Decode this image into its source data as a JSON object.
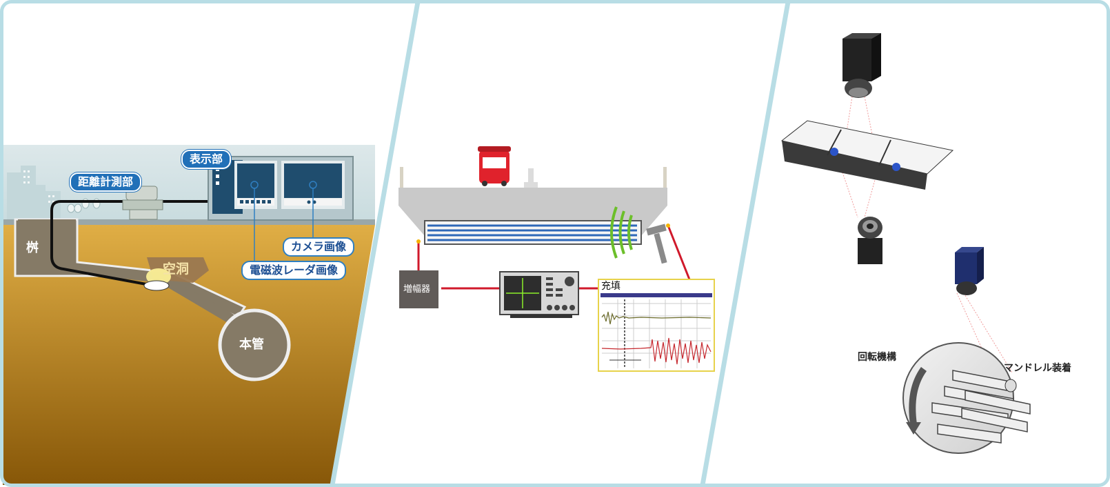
{
  "panel1": {
    "display_unit": "表示部",
    "distance_unit": "距離計測部",
    "catch_basin": "桝",
    "cavity": "空洞",
    "camera_image": "カメラ画像",
    "radar_image": "電磁波レーダ画像",
    "main_pipe": "本管"
  },
  "panel2": {
    "amplifier": "増幅器",
    "filled": "充填"
  },
  "panel3": {
    "rotation_mechanism": "回転機構",
    "mandrel_mount": "マンドレル装着"
  },
  "colors": {
    "frame": "#b8dde5",
    "soil_top": "#d9a640",
    "soil_bottom": "#8a5a10",
    "pipe": "#857a66",
    "label_blue": "#2170b8",
    "wire_red": "#d0192b",
    "radar_green": "#6cbf2a",
    "deck_gray": "#c9c9c9"
  }
}
